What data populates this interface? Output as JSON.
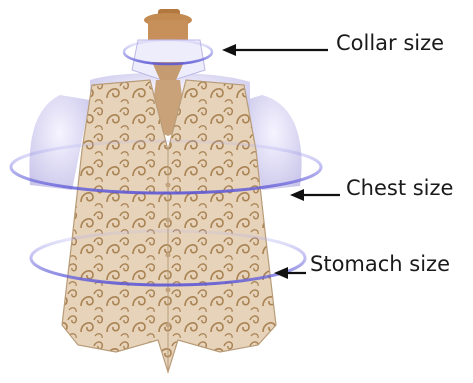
{
  "labels": {
    "collar": "Collar size",
    "chest": "Chest size",
    "stomach": "Stomach size"
  },
  "colors": {
    "ring": "#6f6ae0",
    "vest_fabric": "#e3cfb4",
    "vest_swirl": "#b08a5a",
    "shirt": "#ece9fb",
    "cravat": "#c9a27a",
    "mannequin": "#c38a52",
    "arrow": "#111111"
  }
}
